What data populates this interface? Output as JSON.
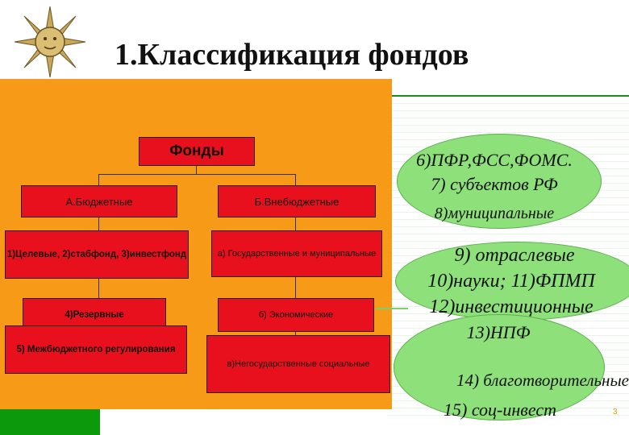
{
  "title": "1.Классификация фондов",
  "tree": {
    "root": "Фонды",
    "categories": [
      "А.Бюджетные",
      "Б.Внебюджетные"
    ],
    "left_items": [
      "1)Целевые, 2)стабфонд, 3)инвестфонд",
      "4)Резервные",
      "5) Межбюджетного регулирования"
    ],
    "right_items": [
      "а) Государственные и муниципальные",
      "б) Экономические",
      "в)Негосударственные социальные"
    ]
  },
  "ovals": [
    {
      "lines": [
        "6)ПФР,ФСС,ФОМС.",
        "7) субъектов РФ",
        "8)муниципальные"
      ]
    },
    {
      "lines": [
        "9) отраслевые",
        "10)науки; 11)ФПМП",
        "12)инвестиционные"
      ]
    },
    {
      "lines": [
        "13)НПФ",
        "14) благотворительные",
        "15) соц-инвест"
      ]
    }
  ],
  "page_number": "3",
  "colors": {
    "panel": "#f69a17",
    "box": "#e8101c",
    "oval": "#8ee07a",
    "accent_green": "#0c9a0c"
  }
}
